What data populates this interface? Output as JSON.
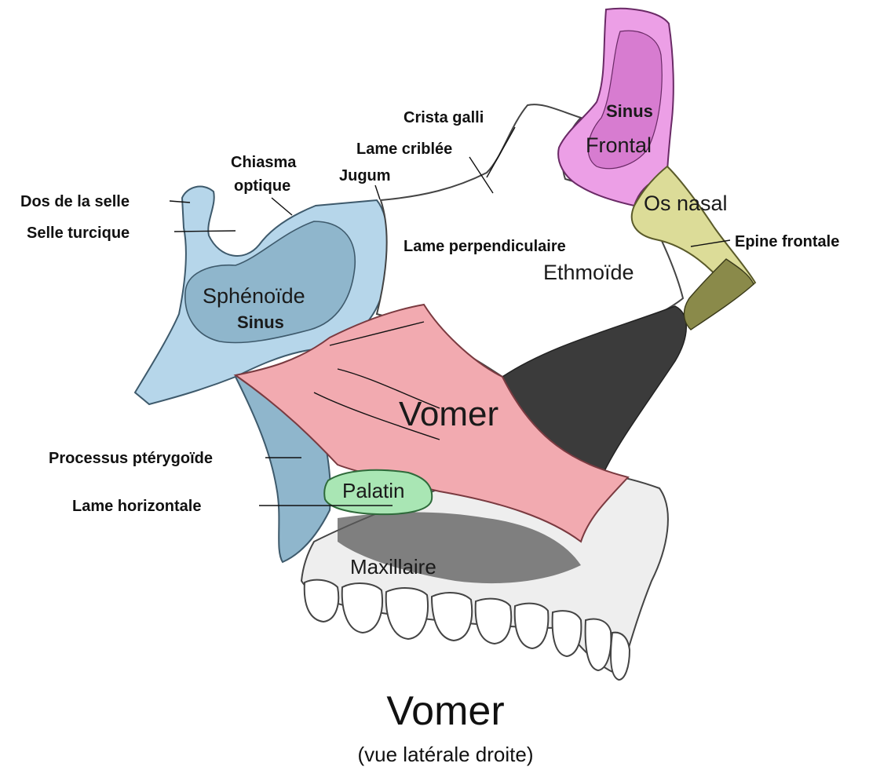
{
  "title": "Vomer",
  "subtitle": "(vue latérale droite)",
  "colors": {
    "sphenoid": "#b6d6ea",
    "vomer": "#f2aab0",
    "palatine": "#a9e6b4",
    "frontal_sinus": "#ec9fe6",
    "nasal": "#dcdc98",
    "bone_outline": "#444444",
    "dark_bone": "#3b3b3b"
  },
  "callouts": {
    "dos_de_la_selle": "Dos de la selle",
    "selle_turcique": "Selle turcique",
    "chiasma_1": "Chiasma",
    "chiasma_2": "optique",
    "jugum": "Jugum",
    "lame_criblee": "Lame criblée",
    "crista_galli": "Crista galli",
    "epine_frontale": "Epine frontale",
    "lame_perpendiculaire": "Lame perpendiculaire",
    "processus_pterygoide": "Processus ptérygoïde",
    "lame_horizontale": "Lame horizontale"
  },
  "regions": {
    "sphenoide": "Sphénoïde",
    "sphenoide_sinus": "Sinus",
    "sinus": "Sinus",
    "frontal": "Frontal",
    "os_nasal": "Os nasal",
    "ethmoide": "Ethmoïde",
    "vomer": "Vomer",
    "palatin": "Palatin",
    "maxillaire": "Maxillaire"
  }
}
